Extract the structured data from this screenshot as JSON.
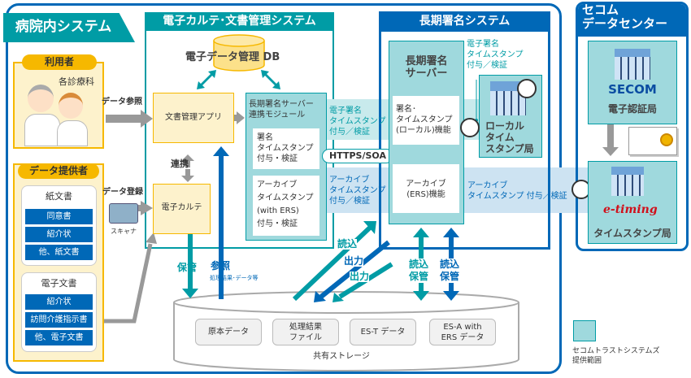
{
  "hospital": {
    "title": "病院内システム"
  },
  "emr_system": {
    "title": "電子カルテ･文書管理システム",
    "db": "電子データ管理 DB",
    "doc_app": "文書管理アプリ",
    "karte": "電子カルテ",
    "link": "連携",
    "module": {
      "title": "長期署名サーバー\n連携モジュール",
      "sign": "署名\nタイムスタンプ\n付与・検証",
      "archive": "アーカイブ\nタイムスタンプ\n(with ERS)\n付与・検証"
    }
  },
  "users": {
    "label": "利用者",
    "dept": "各診療科",
    "arrow": "データ参照"
  },
  "providers": {
    "label": "データ提供者",
    "register": "データ登録",
    "scanner": "スキャナ",
    "paper": {
      "title": "紙文書",
      "items": [
        "同意書",
        "紹介状",
        "他、紙文書"
      ]
    },
    "electronic": {
      "title": "電子文書",
      "items": [
        "紹介状",
        "訪問介護指示書",
        "他、電子文書"
      ]
    }
  },
  "bands": {
    "esign": "電子署名\nタイムスタンプ\n付与／検証",
    "https": "HTTPS/SOA",
    "archive": "アーカイブ\nタイムスタンプ\n付与／検証",
    "archive_right": "アーカイブ\nタイムスタンプ 付与／検証"
  },
  "ltsign": {
    "title": "長期署名システム",
    "server": "長期署名\nサーバー",
    "local_fn": "署名･\nタイムスタンプ\n(ローカル)機能",
    "ers_fn": "アーカイブ\n(ERS)機能",
    "esign_note": "電子署名\nタイムスタンプ\n付与／検証",
    "local_tsa": "ローカル\nタイム\nスタンプ局"
  },
  "secom": {
    "title": "セコム\nデータセンター",
    "logo": "SECOM",
    "ca": "電子認証局",
    "etiming": "e-timing",
    "tsa": "タイムスタンプ局"
  },
  "flows": {
    "store": "保管",
    "ref": "参照",
    "ref_note": "処理結果･データ等",
    "read": "読込",
    "out1": "出力",
    "out2": "出力",
    "rs1": "読込\n保管",
    "rs2": "読込\n保管"
  },
  "storage": {
    "title": "共有ストレージ",
    "items": [
      "原本データ",
      "処理結果\nファイル",
      "ES-T データ",
      "ES-A with\nERS データ"
    ]
  },
  "legend": {
    "text": "セコムトラストシステムズ\n提供範囲",
    "color": "#9fd9dd"
  },
  "colors": {
    "teal": "#009ca5",
    "blue": "#0068b7",
    "yellow": "#f6b800"
  }
}
